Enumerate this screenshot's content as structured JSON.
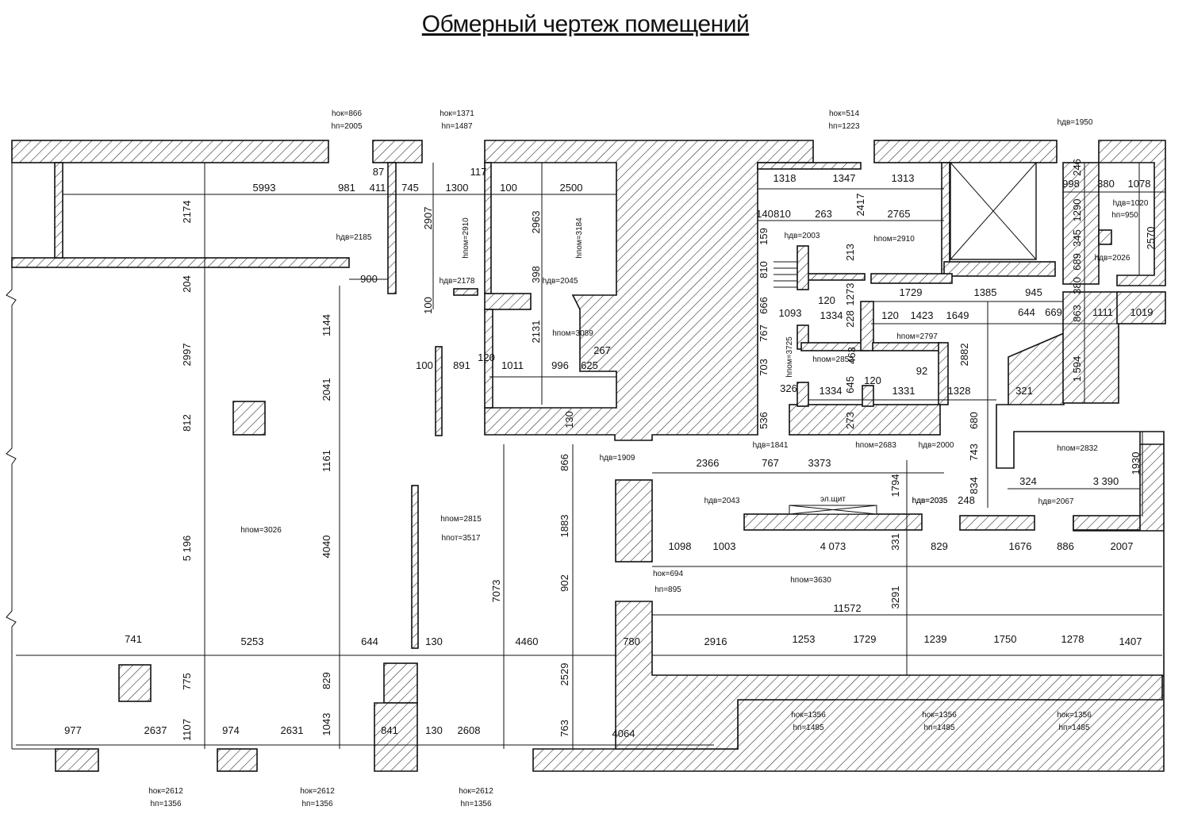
{
  "title": "Обмерный чертеж помещений",
  "top_labels": [
    [
      "hок=866",
      "hп=2005"
    ],
    [
      "hок=1371",
      "hп=1487"
    ],
    [
      "hок=514",
      "hп=1223"
    ],
    [
      "hдв=1950"
    ]
  ],
  "bottom_labels": [
    [
      "hок=2612",
      "hп=1356"
    ],
    [
      "hок=2612",
      "hп=1356"
    ],
    [
      "hок=2612",
      "hп=1356"
    ],
    [
      "hок=1356",
      "hп=1485"
    ],
    [
      "hок=1356",
      "hп=1485"
    ],
    [
      "hок=1356",
      "hп=1485"
    ]
  ],
  "room_labels": [
    "hдв=2185",
    "hпом=2910",
    "hпом=3184",
    "hдв=2178",
    "hдв=2045",
    "hпом=3089",
    "hдв=2003",
    "hпом=2910",
    "hдв=1020",
    "hп=950",
    "hдв=2026",
    "hпом=3725",
    "hпом=2852",
    "hпом=2797",
    "hпом=3026",
    "hпом=2815",
    "hпот=3517",
    "hдв=1909",
    "hдв=1841",
    "hпом=2683",
    "hдв=2000",
    "hдв=2035",
    "hпом=2832",
    "hдв=2043",
    "hдв=2035",
    "hдв=2067",
    "hок=694",
    "hп=895",
    "hпом=3630",
    "эл.щит"
  ],
  "dimensions": [
    "5993",
    "981",
    "411",
    "745",
    "1300",
    "100",
    "2500",
    "87",
    "117",
    "2174",
    "2907",
    "2963",
    "204",
    "900",
    "398",
    "1144",
    "100",
    "2131",
    "267",
    "100",
    "891",
    "1011",
    "996",
    "625",
    "120",
    "2997",
    "2041",
    "812",
    "130",
    "866",
    "1161",
    "1883",
    "5 196",
    "4040",
    "7073",
    "902",
    "741",
    "5253",
    "644",
    "130",
    "4460",
    "780",
    "775",
    "829",
    "2529",
    "977",
    "2637",
    "1107",
    "974",
    "2631",
    "1043",
    "841",
    "130",
    "2608",
    "763",
    "4064",
    "1318",
    "1347",
    "1313",
    "140",
    "810",
    "263",
    "2417",
    "2765",
    "159",
    "213",
    "810",
    "666",
    "1273",
    "1093",
    "120",
    "1334",
    "228",
    "767",
    "1729",
    "1385",
    "945",
    "120",
    "1423",
    "1649",
    "644",
    "669",
    "703",
    "463",
    "645",
    "120",
    "92",
    "2882",
    "326",
    "1334",
    "1331",
    "1328",
    "321",
    "536",
    "273",
    "680",
    "743",
    "834",
    "248",
    "998",
    "380",
    "1078",
    "1290",
    "246",
    "345",
    "689",
    "2570",
    "380",
    "863",
    "1111",
    "1019",
    "1 594",
    "2366",
    "767",
    "3373",
    "1794",
    "324",
    "3 390",
    "1930",
    "1098",
    "1003",
    "4 073",
    "331",
    "829",
    "1676",
    "886",
    "2007",
    "3291",
    "11572",
    "2916",
    "1253",
    "1729",
    "1239",
    "1750",
    "1278",
    "1407"
  ]
}
